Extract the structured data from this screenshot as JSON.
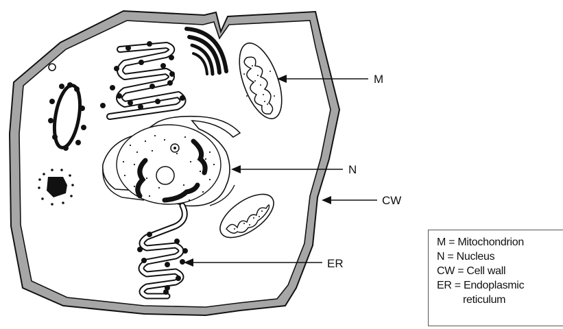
{
  "labels": {
    "mitochondrion": "M",
    "nucleus": "N",
    "cell_wall": "CW",
    "endoplasmic_reticulum": "ER"
  },
  "legend": [
    "M = Mitochondrion",
    "N = Nucleus",
    "CW = Cell wall",
    "ER = Endoplasmic",
    "reticulum"
  ]
}
